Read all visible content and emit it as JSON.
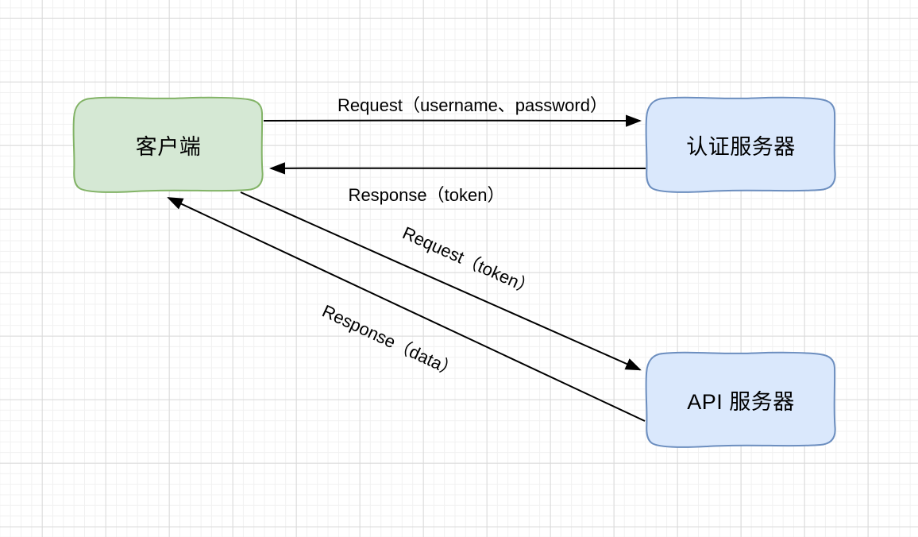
{
  "diagram": {
    "background": {
      "canvas_color": "#ffffff",
      "minor_grid_color": "#f1f1f1",
      "major_grid_color": "#d9d9d9"
    },
    "edge_color": "#000000",
    "text_color": "#000000",
    "nodes": [
      {
        "id": "client",
        "label": "客户端",
        "fill": "#d5e8d4",
        "stroke": "#82b366"
      },
      {
        "id": "auth-server",
        "label": "认证服务器",
        "fill": "#dae8fc",
        "stroke": "#6c8ebf"
      },
      {
        "id": "api-server",
        "label": "API 服务器",
        "fill": "#dae8fc",
        "stroke": "#6c8ebf"
      }
    ],
    "edges": [
      {
        "id": "request-credentials",
        "label": "Request（username、password）",
        "from": "client",
        "to": "auth-server"
      },
      {
        "id": "response-token",
        "label": "Response（token）",
        "from": "auth-server",
        "to": "client"
      },
      {
        "id": "request-token",
        "label": "Request（token）",
        "from": "client",
        "to": "api-server"
      },
      {
        "id": "response-data",
        "label": "Response（data）",
        "from": "api-server",
        "to": "client"
      }
    ]
  }
}
